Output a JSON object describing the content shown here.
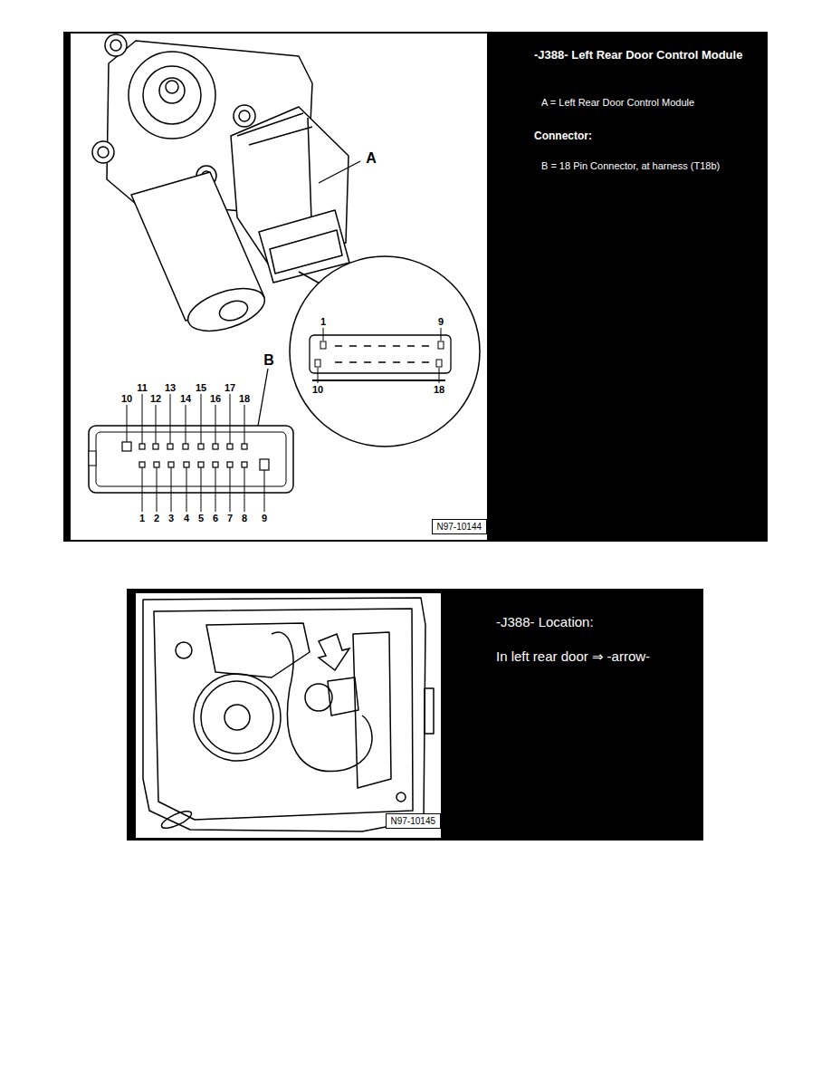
{
  "diagram": {
    "nodes": [
      {
        "text": [
          "-J388- Left Rear Door Control Module",
          "A = Left Rear Door Control Module",
          "Connector:",
          "B = 18 Pin Connector, at harness (T18b)"
        ]
      },
      {
        "text": [
          "N97-10144"
        ],
        "in": 0
      },
      {
        "text": [
          "-J388- Location:",
          "In left rear door ⇒ -arrow-"
        ]
      },
      {
        "text": [
          "N97-10145"
        ],
        "in": 2
      }
    ],
    "labels": [
      "A",
      "1",
      "9",
      "10",
      "18",
      "B",
      "11",
      "13",
      "15",
      "17",
      "10",
      "12",
      "14",
      "16",
      "18",
      "1",
      "2",
      "3",
      "4",
      "5",
      "6",
      "7",
      "8",
      "9"
    ]
  }
}
